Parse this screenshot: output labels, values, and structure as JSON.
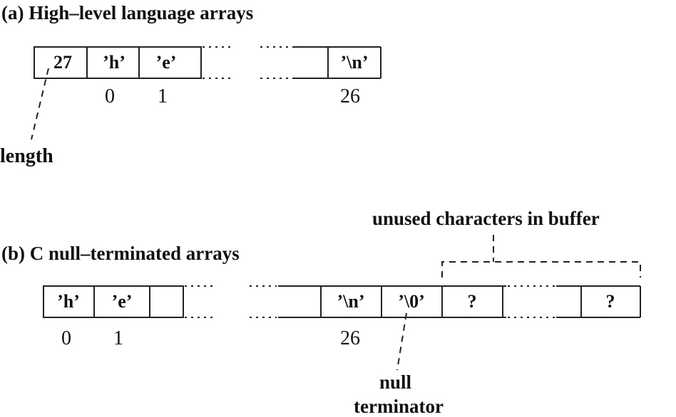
{
  "sections": {
    "a": {
      "title": "(a) High–level language arrays",
      "cells": [
        "27",
        "’h’",
        "’e’",
        "’\\n’"
      ],
      "indices": [
        "0",
        "1",
        "26"
      ],
      "callout": "length"
    },
    "b": {
      "title": "(b) C null–terminated arrays",
      "cells": [
        "’h’",
        "’e’",
        "’\\n’",
        "’\\0’",
        "?",
        "?"
      ],
      "indices": [
        "0",
        "1",
        "26"
      ],
      "callout_line1": "null",
      "callout_line2": "terminator",
      "bracket_label": "unused characters in buffer"
    }
  }
}
